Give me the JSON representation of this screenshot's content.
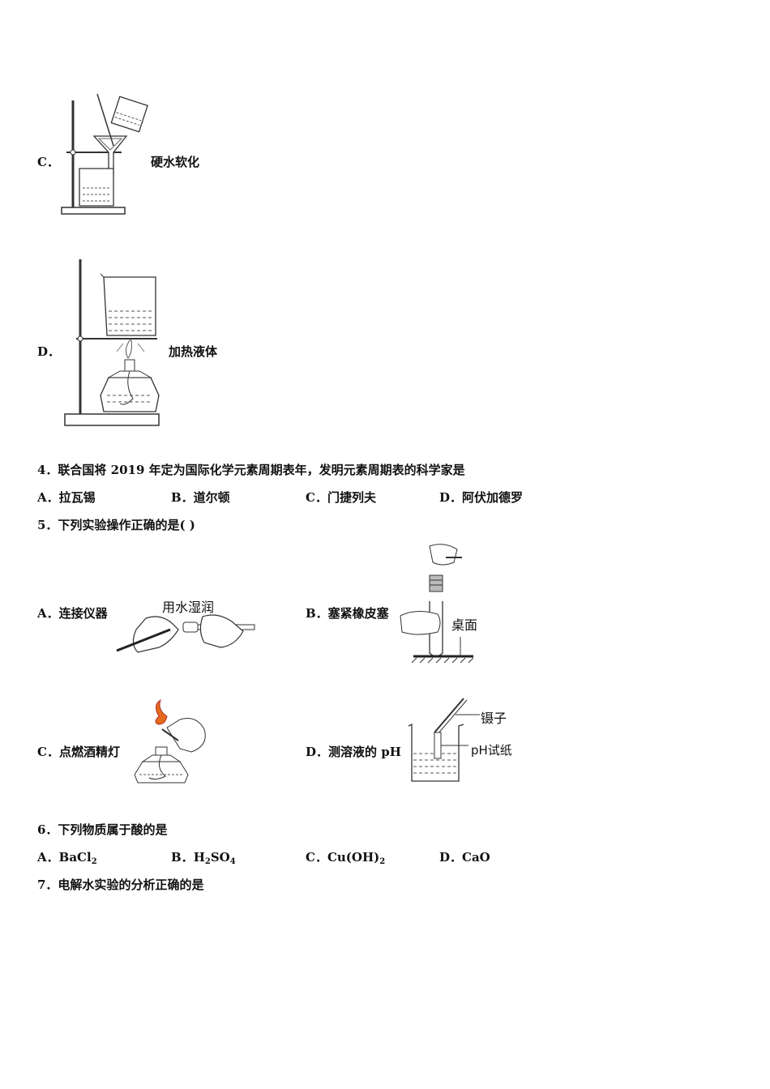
{
  "q3": {
    "optC": {
      "letter": "C．",
      "caption": "硬水软化"
    },
    "optD": {
      "letter": "D．",
      "caption": "加热液体"
    }
  },
  "q4": {
    "stem": "4．联合国将 2019 年定为国际化学元素周期表年，发明元素周期表的科学家是",
    "options": [
      "A．拉瓦锡",
      "B．道尔顿",
      "C．门捷列夫",
      "D．阿伏加德罗"
    ]
  },
  "q5": {
    "stem": "5．下列实验操作正确的是(   )",
    "optA": {
      "text": "A．连接仪器",
      "label": "用水湿润"
    },
    "optB": {
      "text": "B．塞紧橡皮塞",
      "label": "桌面"
    },
    "optC": {
      "text": "C．点燃酒精灯"
    },
    "optD": {
      "text": "D．测溶液的 pH",
      "label1": "镊子",
      "label2": "pH试纸"
    }
  },
  "q6": {
    "stem": "6．下列物质属于酸的是",
    "options": [
      {
        "letter": "A．",
        "main": "BaCl",
        "sub": "2",
        "tail": ""
      },
      {
        "letter": "B．",
        "main": "H",
        "sub": "2",
        "tail": "SO",
        "sub2": "4"
      },
      {
        "letter": "C．",
        "main": "Cu(OH)",
        "sub": "2",
        "tail": ""
      },
      {
        "letter": "D．",
        "main": "CaO",
        "sub": "",
        "tail": ""
      }
    ]
  },
  "q7": {
    "stem": "7．电解水实验的分析正确的是"
  }
}
